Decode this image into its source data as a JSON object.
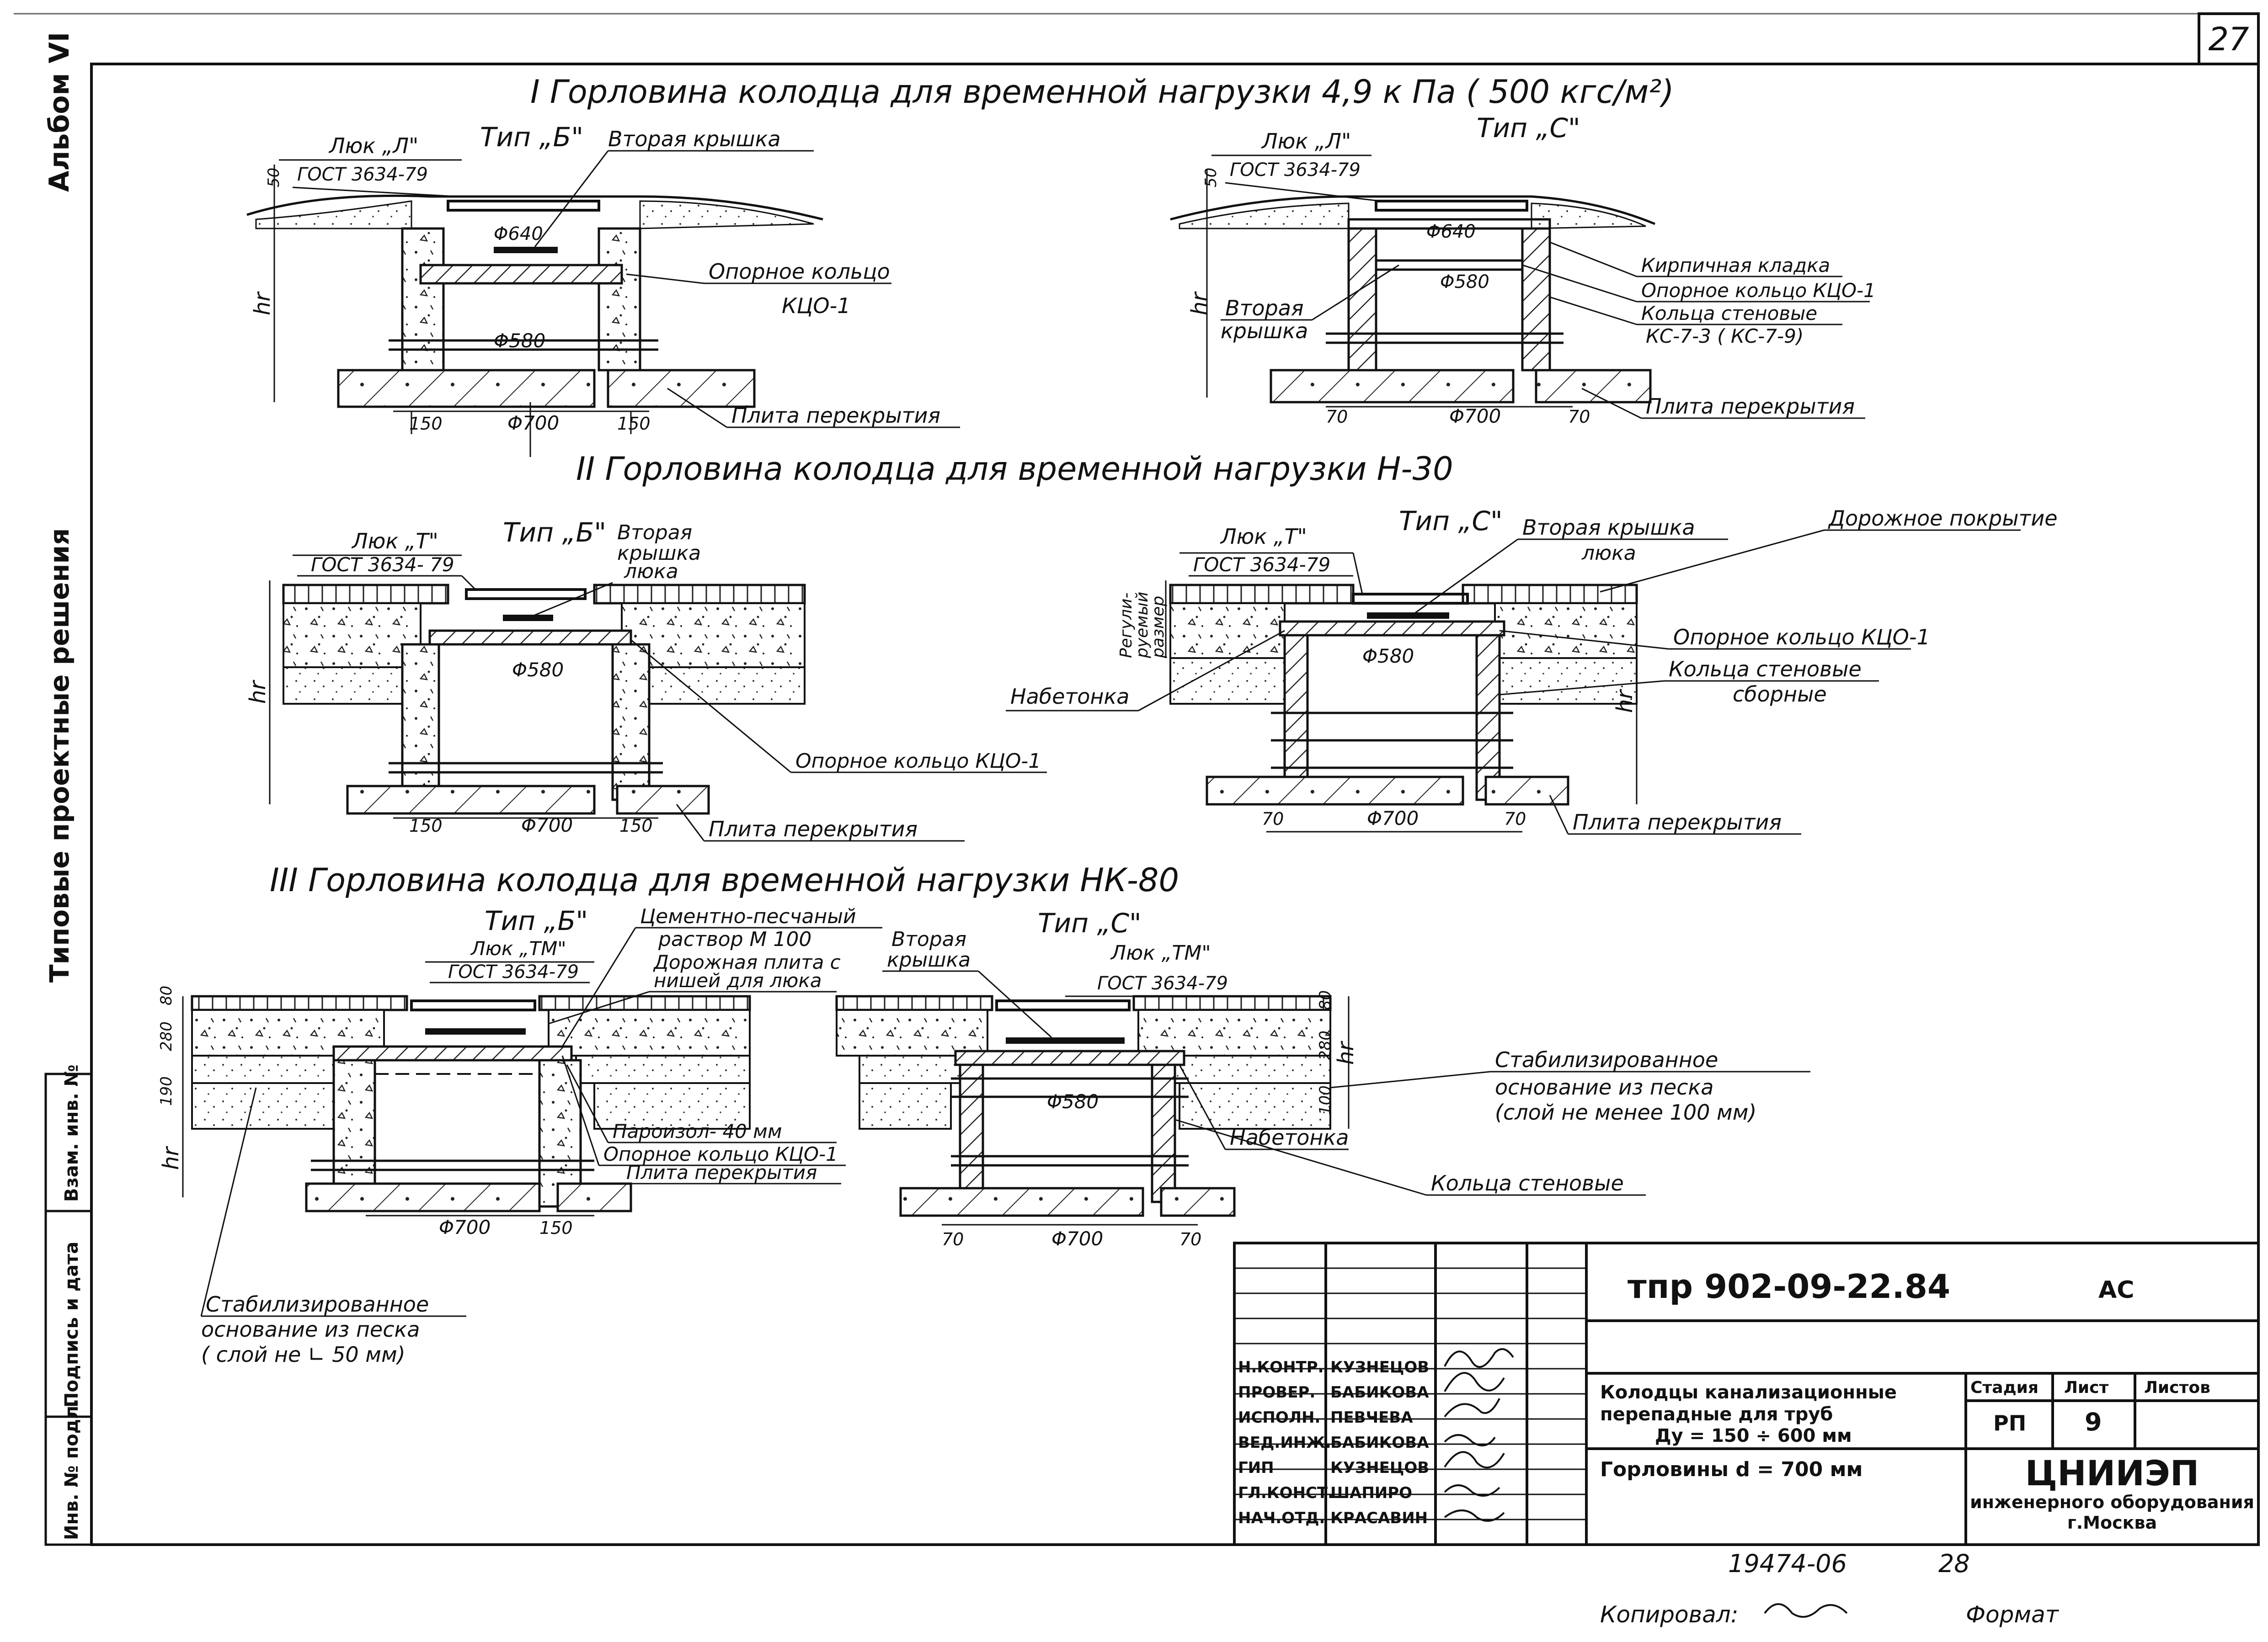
{
  "sheet_number": "27",
  "margin": {
    "album": "Альбом VI",
    "series": "Типовые проектные решения",
    "inv_no": "Инв. № подл.",
    "sign_date": "Подпись и дата",
    "vzam": "Взам. инв. №"
  },
  "section1": {
    "title": "I  Горловина колодца для временной нагрузки 4,9 к Па ( 500 кгс/м²)",
    "left": {
      "hatch": "Люк „Л\"",
      "gost": "ГОСТ 3634-79",
      "type": "Тип „Б\"",
      "second_lid": "Вторая крышка",
      "ring": "Опорное кольцо",
      "ring2": "КЦО-1",
      "d640": "Φ640",
      "d580": "Φ580",
      "d700": "Φ700",
      "w150a": "150",
      "w150b": "150",
      "slab": "Плита перекрытия",
      "dim50": "50",
      "hr": "hr"
    },
    "right": {
      "hatch": "Люк „Л\"",
      "gost": "ГОСТ 3634-79",
      "type": "Тип „С\"",
      "brick": "Кирпичная кладка",
      "ring": "Опорное кольцо КЦО-1",
      "walls": "Кольца стеновые",
      "walls2": "КС-7-3 ( КС-7-9)",
      "second_lid1": "Вторая",
      "second_lid2": "крышка",
      "d640": "Φ640",
      "d580": "Φ580",
      "d700": "Φ700",
      "w70a": "70",
      "w70b": "70",
      "slab": "Плита перекрытия",
      "dim50": "50",
      "hr": "hr"
    }
  },
  "section2": {
    "title": "II  Горловина колодца для временной нагрузки Н-30",
    "left": {
      "hatch": "Люк „Т\"",
      "gost": "ГОСТ 3634- 79",
      "type": "Тип „Б\"",
      "second_lid1": "Вторая",
      "second_lid2": "крышка",
      "second_lid3": "люка",
      "d580": "Φ580",
      "d700": "Φ700",
      "w150a": "150",
      "w150b": "150",
      "ring": "Опорное кольцо КЦО-1",
      "slab": "Плита перекрытия",
      "hr": "hr"
    },
    "right": {
      "hatch": "Люк „Т\"",
      "gost": "ГОСТ 3634-79",
      "type": "Тип „С\"",
      "second_lid1": "Вторая крышка",
      "second_lid2": "люка",
      "road": "Дорожное покрытие",
      "ring": "Опорное кольцо КЦО-1",
      "walls1": "Кольца стеновые",
      "walls2": "сборные",
      "concrete": "Набетонка",
      "adjust1": "Регули-",
      "adjust2": "руемый",
      "adjust3": "размер",
      "d580": "Φ580",
      "d700": "Φ700",
      "w70a": "70",
      "w70b": "70",
      "slab": "Плита перекрытия",
      "hr": "hr"
    }
  },
  "section3": {
    "title": "III  Горловина колодца для временной нагрузки НК-80",
    "left": {
      "type": "Тип „Б\"",
      "hatch": "Люк „ТМ\"",
      "gost": "ГОСТ 3634-79",
      "mortar1": "Цементно-песчаный",
      "mortar2": "раствор М 100",
      "road_slab1": "Дорожная плита с",
      "road_slab2": "нишей для люка",
      "dim80": "80",
      "dim280": "280",
      "dim190": "190",
      "insul": "Пароизол- 40 мм",
      "ring": "Опорное кольцо КЦО-1",
      "slab": "Плита перекрытия",
      "d700": "Φ700",
      "w150": "150",
      "base1": "Стабилизированное",
      "base2": "основание из песка",
      "base3": "( слой не ∟ 50 мм)",
      "hr": "hr"
    },
    "right": {
      "type": "Тип „С\"",
      "second_lid1": "Вторая",
      "second_lid2": "крышка",
      "hatch": "Люк „ТМ\"",
      "gost": "ГОСТ 3634-79",
      "dim80": "80",
      "dim280": "280",
      "dim100": "100",
      "d580": "Φ580",
      "d700": "Φ700",
      "w70a": "70",
      "w70b": "70",
      "concrete": "Набетонка",
      "walls": "Кольца стеновые",
      "base1": "Стабилизированное",
      "base2": "основание из песка",
      "base3": "(слой не менее 100 мм)",
      "hr": "hr"
    }
  },
  "stamp": {
    "code": "тпр 902-09-22.84",
    "ac": "АС",
    "title1": "Колодцы канализационные",
    "title2": "перепадные для труб",
    "title3": "Ду = 150 ÷ 600 мм",
    "subtitle": "Горловины d = 700 мм",
    "stage_h": "Стадия",
    "sheet_h": "Лист",
    "sheets_h": "Листов",
    "stage": "РП",
    "sheet": "9",
    "org1": "ЦНИИЭП",
    "org2": "инженерного оборудования",
    "org3": "г.Москва",
    "roles": [
      {
        "role": "Н.КОНТР.",
        "name": "КУЗНЕЦОВ"
      },
      {
        "role": "ПРОВЕР.",
        "name": "БАБИКОВА"
      },
      {
        "role": "ИСПОЛН.",
        "name": "ПЕВЧЕВА"
      },
      {
        "role": "ВЕД.ИНЖ.",
        "name": "БАБИКОВА"
      },
      {
        "role": "ГИП",
        "name": "КУЗНЕЦОВ"
      },
      {
        "role": "ГЛ.КОНСТ.",
        "name": "ШАПИРО"
      },
      {
        "role": "НАЧ.ОТД.",
        "name": "КРАСАВИН"
      }
    ]
  },
  "footer": {
    "number": "19474-06",
    "page": "28",
    "copied": "Копировал:",
    "format": "Формат"
  }
}
